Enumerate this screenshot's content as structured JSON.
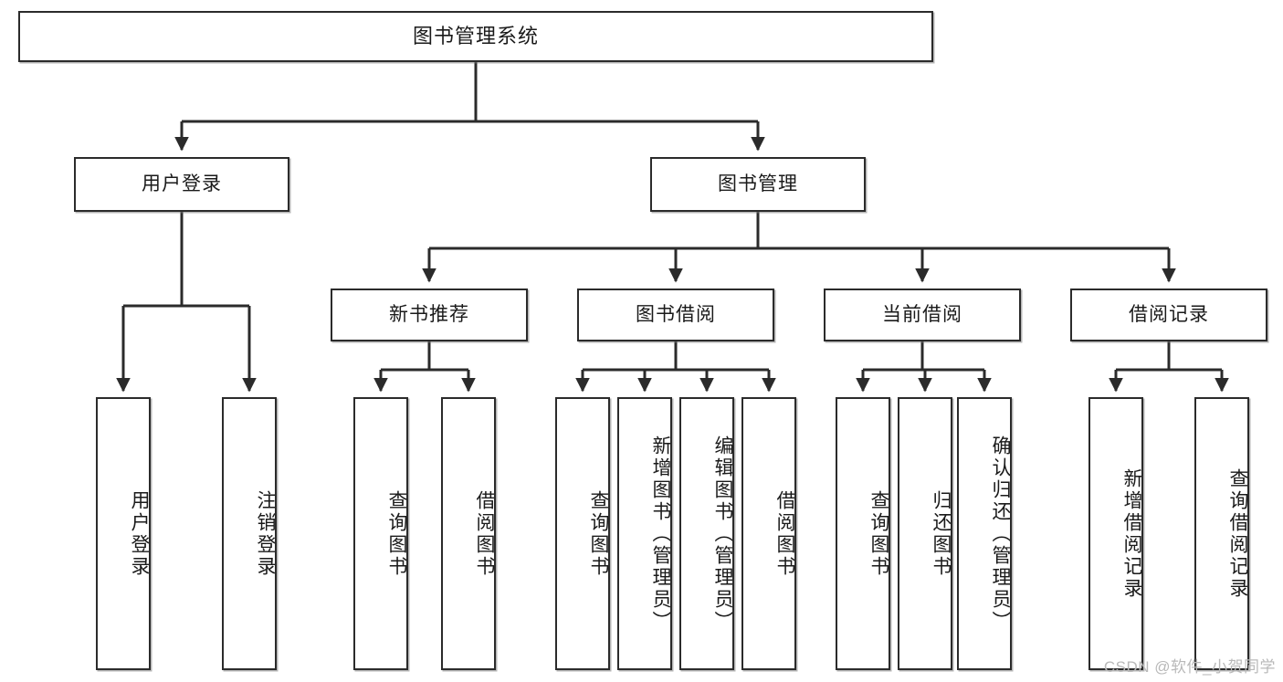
{
  "diagram": {
    "title": "图书管理系统",
    "type": "tree",
    "watermark": "CSDN @软件_小贺同学",
    "colors": {
      "stroke": "#2b2b2b",
      "fill": "#ffffff",
      "text": "#1a1a1a",
      "watermark": "#b9b9b9"
    },
    "levels": {
      "root": {
        "label": "图书管理系统"
      },
      "level2": [
        {
          "label": "用户登录"
        },
        {
          "label": "图书管理"
        }
      ],
      "level3": [
        {
          "label": "新书推荐"
        },
        {
          "label": "图书借阅"
        },
        {
          "label": "当前借阅"
        },
        {
          "label": "借阅记录"
        }
      ],
      "leaves": {
        "user_login": [
          {
            "label": "用户登录"
          },
          {
            "label": "注销登录"
          }
        ],
        "new_book_recommend": [
          {
            "label": "查询图书"
          },
          {
            "label": "借阅图书"
          }
        ],
        "book_borrow": [
          {
            "label": "查询图书"
          },
          {
            "label": "新增图书（管理员）"
          },
          {
            "label": "编辑图书（管理员）"
          },
          {
            "label": "借阅图书"
          }
        ],
        "current_borrow": [
          {
            "label": "查询图书"
          },
          {
            "label": "归还图书"
          },
          {
            "label": "确认归还（管理员）"
          }
        ],
        "borrow_record": [
          {
            "label": "新增借阅记录"
          },
          {
            "label": "查询借阅记录"
          }
        ]
      }
    }
  }
}
